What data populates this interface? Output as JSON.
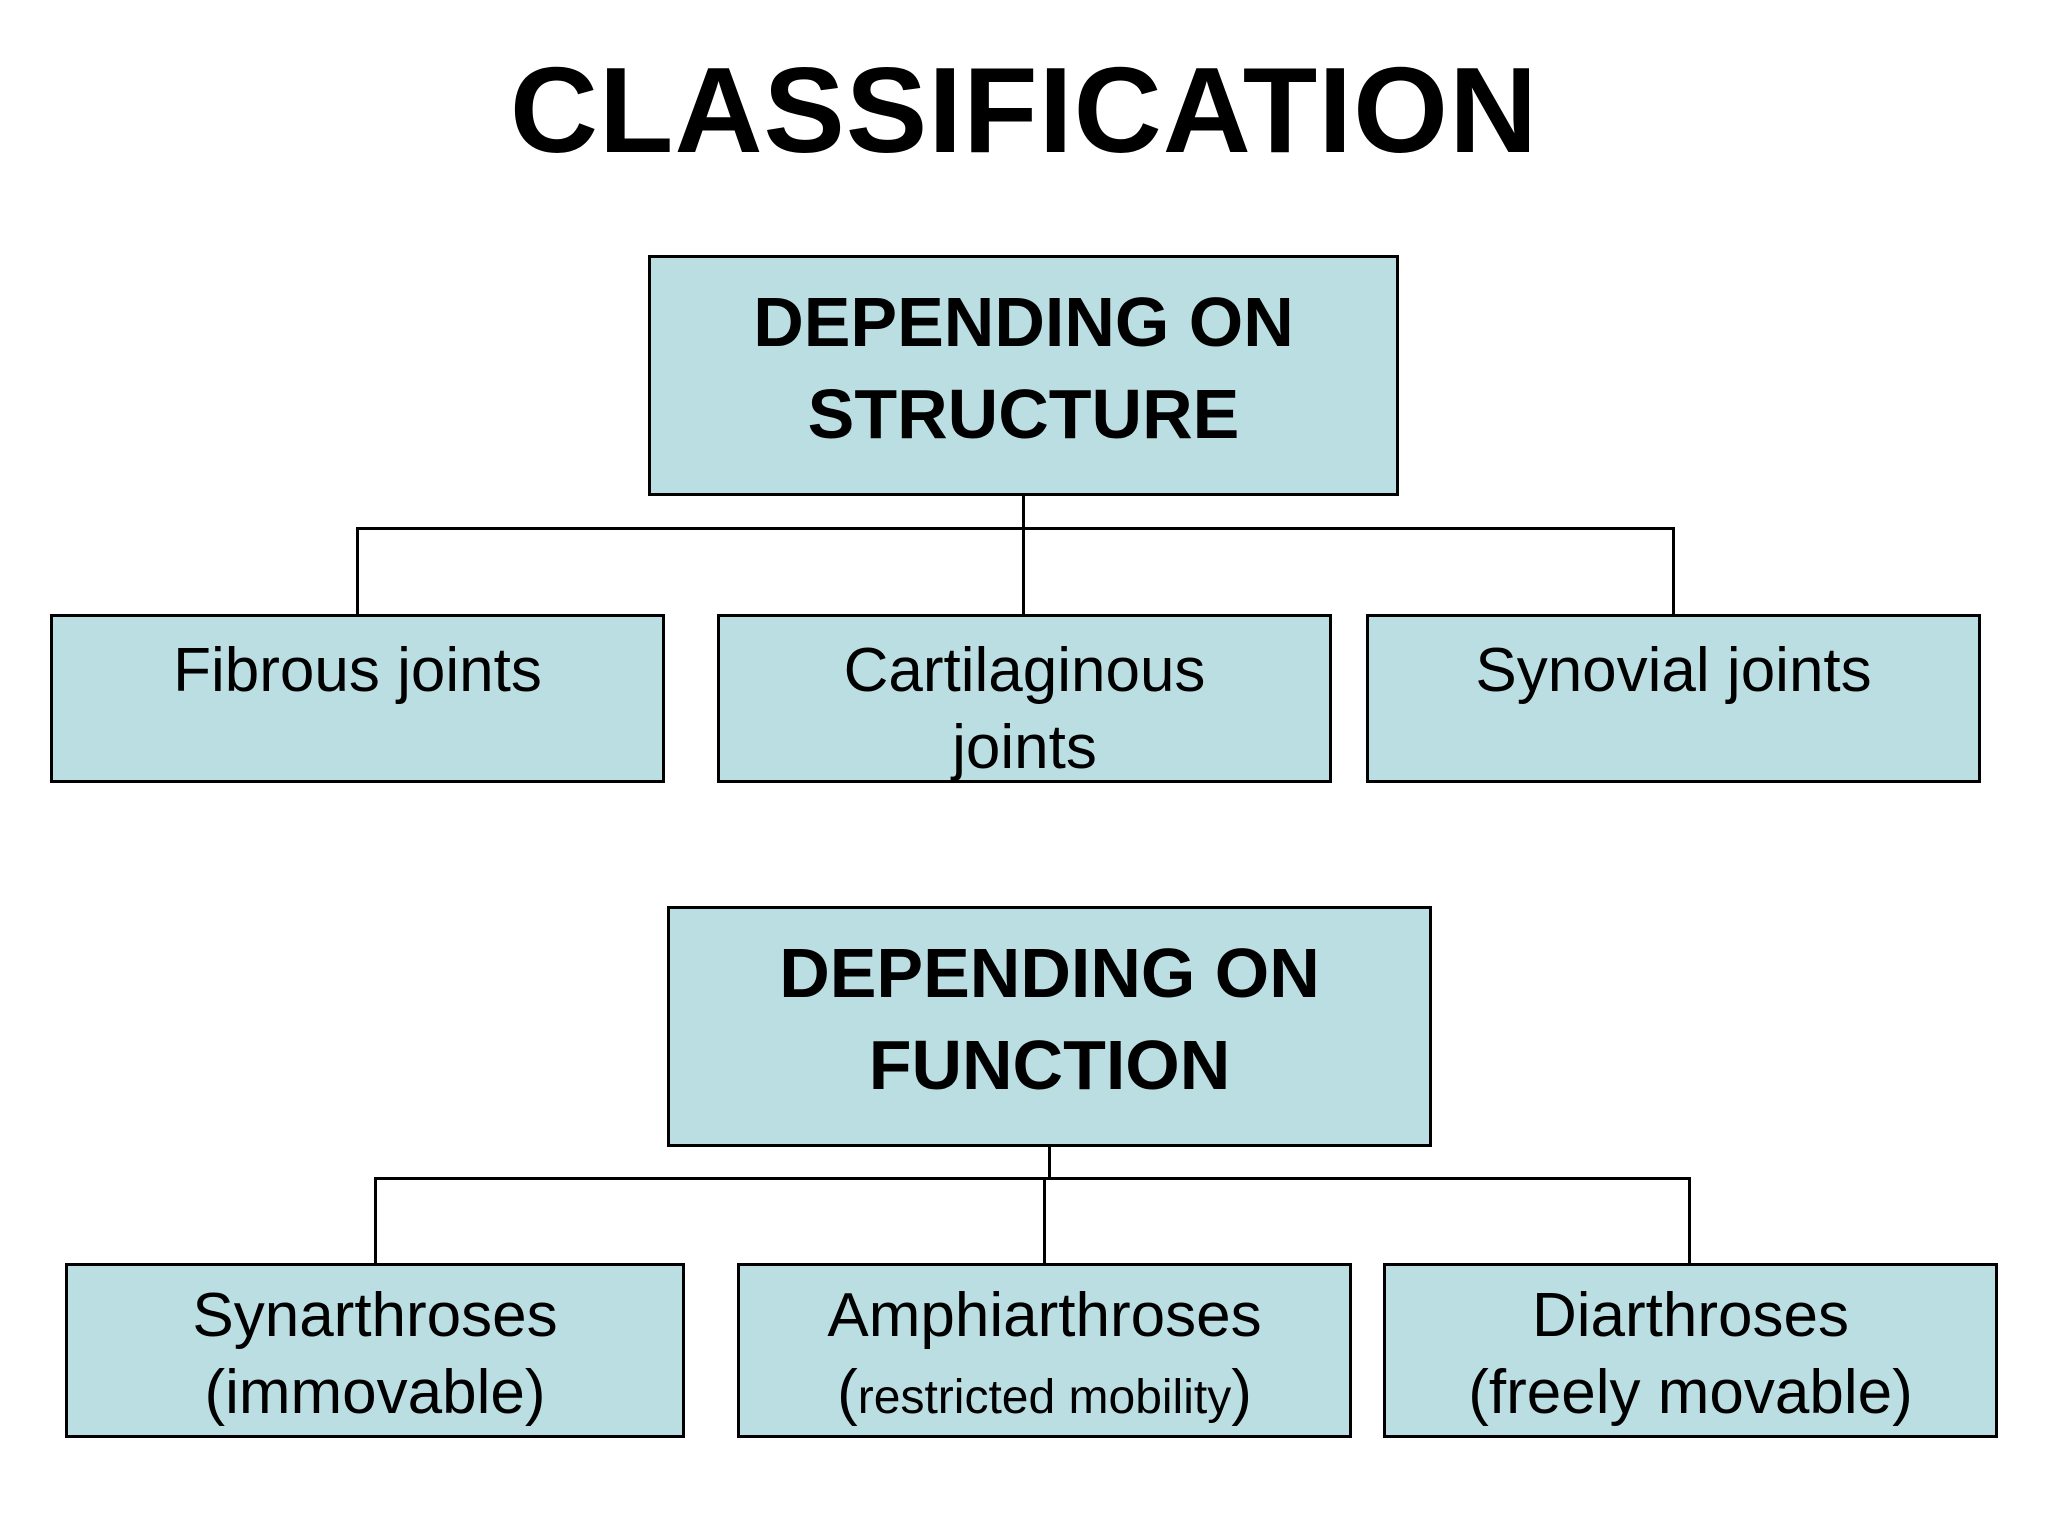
{
  "title": "CLASSIFICATION",
  "colors": {
    "background": "#FFFFFF",
    "box-fill": "#BBDEE3",
    "box-border": "#000000",
    "connector": "#000000",
    "text": "#000000"
  },
  "sections": [
    {
      "name": "structure",
      "root": {
        "line1": "DEPENDING ON",
        "line2": "STRUCTURE"
      },
      "children": [
        {
          "label": "Fibrous joints"
        },
        {
          "line1": "Cartilaginous",
          "line2": "joints"
        },
        {
          "label": "Synovial joints"
        }
      ]
    },
    {
      "name": "function",
      "root": {
        "line1": "DEPENDING ON",
        "line2": "FUNCTION"
      },
      "children": [
        {
          "line1": "Synarthroses",
          "line2": "(immovable)"
        },
        {
          "line1": "Amphiarthroses",
          "paren_open": "(",
          "line2_small": "restricted mobility",
          "paren_close": ")"
        },
        {
          "line1": "Diarthroses",
          "line2": "(freely movable)"
        }
      ]
    }
  ]
}
